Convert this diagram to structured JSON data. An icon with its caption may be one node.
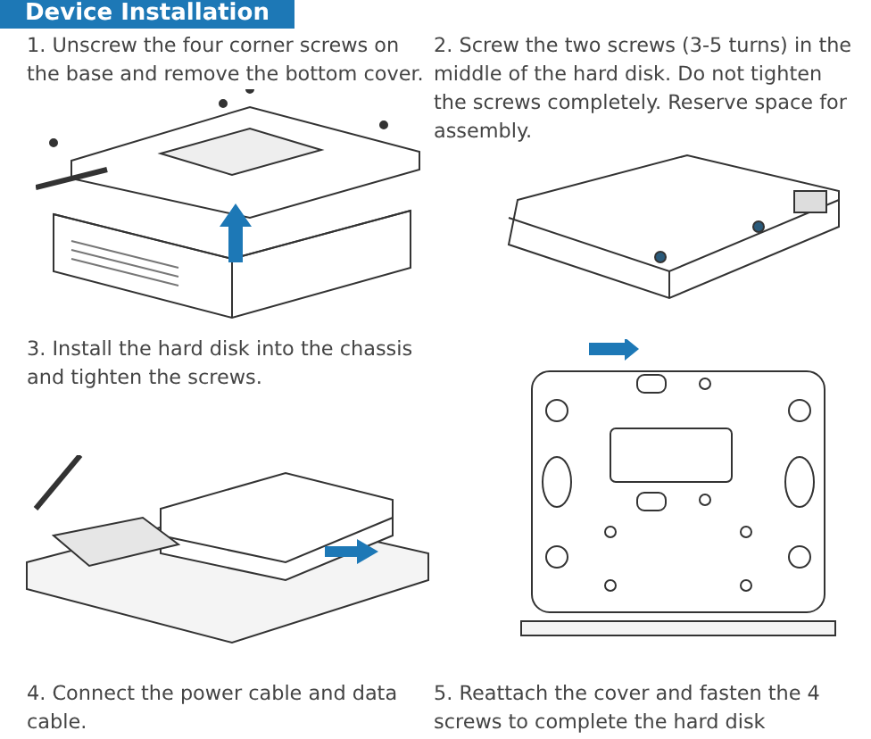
{
  "diagram": {
    "title": "Device Installation",
    "labels": [
      "1. Unscrew the four corner screws on the base and remove the bottom cover.",
      "2. Screw the two screws (3-5 turns) in the middle of the hard disk. Do not tighten the screws completely. Reserve space for assembly.",
      "3. Install the hard disk into the chassis and tighten the screws.",
      "4. Connect the power cable and data cable.",
      "5. Reattach the cover and fasten the 4 screws to complete the hard disk"
    ]
  }
}
